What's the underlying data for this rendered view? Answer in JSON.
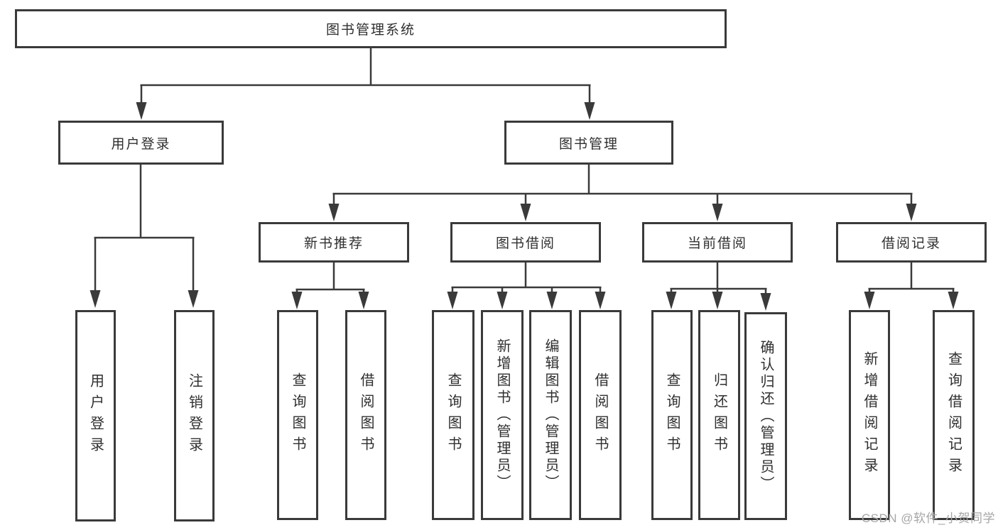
{
  "diagram": {
    "root": {
      "label": "图书管理系统"
    },
    "children": [
      {
        "label": "用户登录",
        "children": [
          {
            "label": "用户登录"
          },
          {
            "label": "注销登录"
          }
        ]
      },
      {
        "label": "图书管理",
        "children": [
          {
            "label": "新书推荐",
            "children": [
              {
                "label": "查询图书"
              },
              {
                "label": "借阅图书"
              }
            ]
          },
          {
            "label": "图书借阅",
            "children": [
              {
                "label": "查询图书"
              },
              {
                "label": "新增图书（管理员）"
              },
              {
                "label": "编辑图书（管理员）"
              },
              {
                "label": "借阅图书"
              }
            ]
          },
          {
            "label": "当前借阅",
            "children": [
              {
                "label": "查询图书"
              },
              {
                "label": "归还图书"
              },
              {
                "label": "确认归还（管理员）"
              }
            ]
          },
          {
            "label": "借阅记录",
            "children": [
              {
                "label": "新增借阅记录"
              },
              {
                "label": "查询借阅记录"
              }
            ]
          }
        ]
      }
    ]
  },
  "watermark": {
    "text": "CSDN @软件_小贺同学"
  },
  "colors": {
    "line": "#3a3a3a",
    "text": "#2f2f2f",
    "watermark": "#a6a6a6",
    "background": "#ffffff"
  }
}
